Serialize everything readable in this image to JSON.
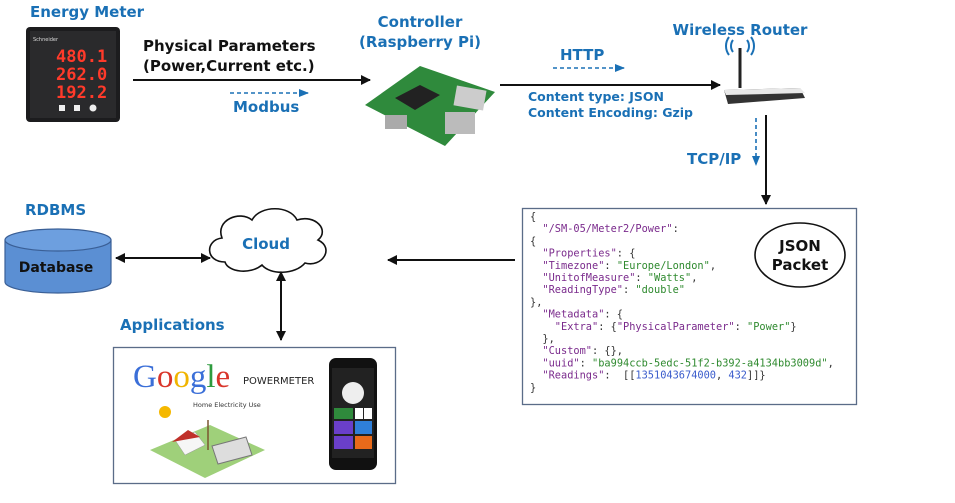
{
  "energy_meter": {
    "title": "Energy Meter",
    "display": [
      "480.1",
      "262.0",
      "192.2"
    ],
    "brand": "Schneider"
  },
  "physical_parameters": {
    "line1": "Physical Parameters",
    "line2": "(Power,Current etc.)",
    "protocol": "Modbus"
  },
  "controller": {
    "line1": "Controller",
    "line2": "(Raspberry Pi)"
  },
  "http": {
    "label": "HTTP",
    "content_type": "Content type: JSON",
    "content_encoding": "Content Encoding: Gzip"
  },
  "router": {
    "title": "Wireless Router"
  },
  "tcpip": {
    "label": "TCP/IP"
  },
  "json_packet": {
    "badge_line1": "JSON",
    "badge_line2": "Packet",
    "lines": [
      [
        {
          "t": "{",
          "c": "p"
        }
      ],
      [
        {
          "t": "  \"/SM-05/Meter2/Power\"",
          "c": "k"
        },
        {
          "t": ":",
          "c": "p"
        }
      ],
      [
        {
          "t": "{",
          "c": "p"
        }
      ],
      [
        {
          "t": "  \"Properties\"",
          "c": "k"
        },
        {
          "t": ": {",
          "c": "p"
        }
      ],
      [
        {
          "t": "  \"Timezone\"",
          "c": "k"
        },
        {
          "t": ": ",
          "c": "p"
        },
        {
          "t": "\"Europe/London\"",
          "c": "s"
        },
        {
          "t": ",",
          "c": "p"
        }
      ],
      [
        {
          "t": "  \"UnitofMeasure\"",
          "c": "k"
        },
        {
          "t": ": ",
          "c": "p"
        },
        {
          "t": "\"Watts\"",
          "c": "s"
        },
        {
          "t": ",",
          "c": "p"
        }
      ],
      [
        {
          "t": "  \"ReadingType\"",
          "c": "k"
        },
        {
          "t": ": ",
          "c": "p"
        },
        {
          "t": "\"double\"",
          "c": "s"
        }
      ],
      [
        {
          "t": "},",
          "c": "p"
        }
      ],
      [
        {
          "t": "  \"Metadata\"",
          "c": "k"
        },
        {
          "t": ": {",
          "c": "p"
        }
      ],
      [
        {
          "t": "    \"Extra\"",
          "c": "k"
        },
        {
          "t": ": {",
          "c": "p"
        },
        {
          "t": "\"PhysicalParameter\"",
          "c": "k"
        },
        {
          "t": ": ",
          "c": "p"
        },
        {
          "t": "\"Power\"",
          "c": "s"
        },
        {
          "t": "}",
          "c": "p"
        }
      ],
      [
        {
          "t": "  },",
          "c": "p"
        }
      ],
      [
        {
          "t": "  \"Custom\"",
          "c": "k"
        },
        {
          "t": ": {},",
          "c": "p"
        }
      ],
      [
        {
          "t": "  \"uuid\"",
          "c": "k"
        },
        {
          "t": ": ",
          "c": "p"
        },
        {
          "t": "\"ba994ccb-5edc-51f2-b392-a4134bb3009d\"",
          "c": "s"
        },
        {
          "t": ",",
          "c": "p"
        }
      ],
      [
        {
          "t": "  \"Readings\"",
          "c": "k"
        },
        {
          "t": ":  [[",
          "c": "p"
        },
        {
          "t": "1351043674000",
          "c": "n"
        },
        {
          "t": ", ",
          "c": "p"
        },
        {
          "t": "432",
          "c": "n"
        },
        {
          "t": "]]}",
          "c": "p"
        }
      ],
      [
        {
          "t": "}",
          "c": "p"
        }
      ]
    ]
  },
  "cloud": {
    "label": "Cloud"
  },
  "database": {
    "title": "RDBMS",
    "label": "Database"
  },
  "applications": {
    "title": "Applications",
    "google_logo": "Google",
    "powermeter": "POWERMETER",
    "caption": "Home Electricity Use"
  },
  "colors": {
    "label_blue": "#1a70b5",
    "database_fill": "#5b8fd3",
    "arrow": "#111111"
  }
}
